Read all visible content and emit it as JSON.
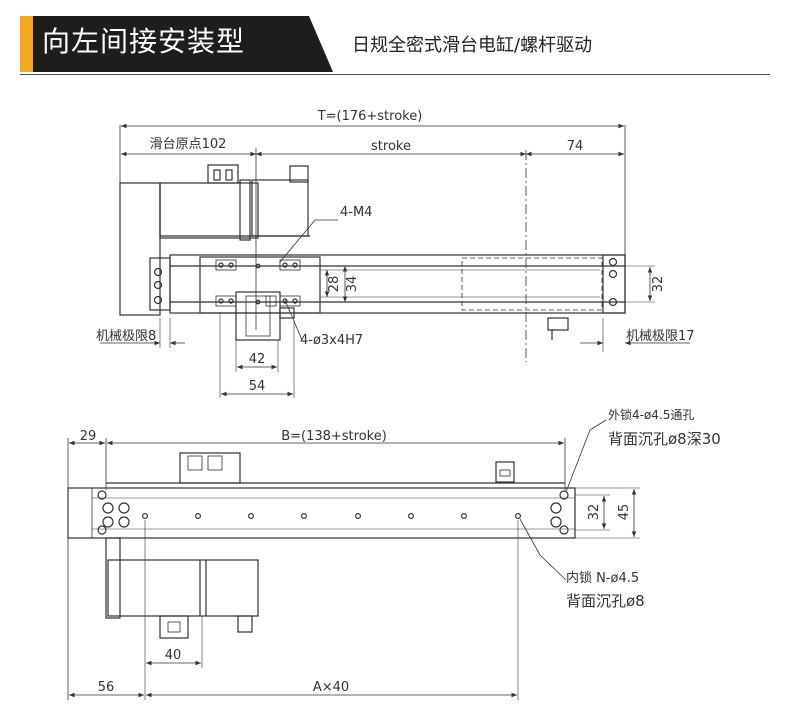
{
  "header": {
    "accent_color": "#f5a623",
    "title": "向左间接安装型",
    "subtitle": "日规全密式滑台电缸/螺杆驱动"
  },
  "top_view": {
    "overall": "T=(176+stroke)",
    "origin": "滑台原点102",
    "stroke": "stroke",
    "end": "74",
    "tapped": "4-M4",
    "dim_28": "28",
    "dim_34": "34",
    "dim_32": "32",
    "limit_left": "机械极限8",
    "limit_right": "机械极限17",
    "holes": "4-ø3x4H7",
    "dim_42": "42",
    "dim_54": "54"
  },
  "bottom_view": {
    "dim_29": "29",
    "overall": "B=(138+stroke)",
    "outer_lock_1": "外锁4-ø4.5通孔",
    "outer_lock_2": "背面沉孔ø8深30",
    "dim_32": "32",
    "dim_45": "45",
    "inner_lock_1": "内锁 N-ø4.5",
    "inner_lock_2": "背面沉孔ø8",
    "dim_40": "40",
    "dim_56": "56",
    "pitch": "A×40"
  }
}
